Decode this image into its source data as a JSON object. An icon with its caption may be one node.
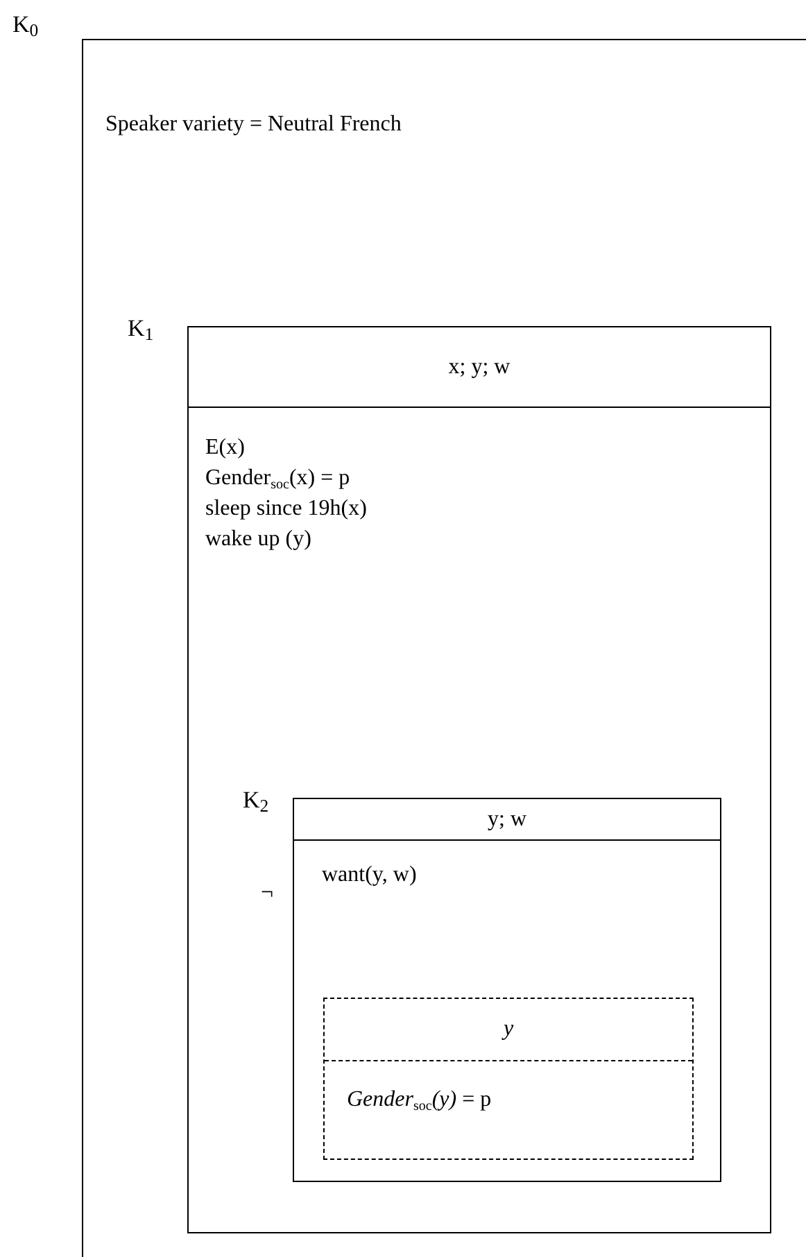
{
  "diagram": {
    "nodes": [
      {
        "text": [
          "K$_{0}$",
          "Speaker variety = Neutral French"
        ]
      },
      {
        "text": [
          "K$_{1}$",
          "x; y; w",
          "E(x)",
          "Gender$_{soc}$(x) = p",
          "sleep since 19h(x)",
          "wake up (y)"
        ],
        "in": 0
      },
      {
        "text": [
          "K$_{2}$",
          "y; w",
          "want(y, w)"
        ],
        "in": 1,
        "beside": [
          "¬"
        ]
      },
      {
        "text": [
          "y",
          "*Gender*$_{soc}$*(y)* = p"
        ],
        "in": 2
      }
    ]
  }
}
